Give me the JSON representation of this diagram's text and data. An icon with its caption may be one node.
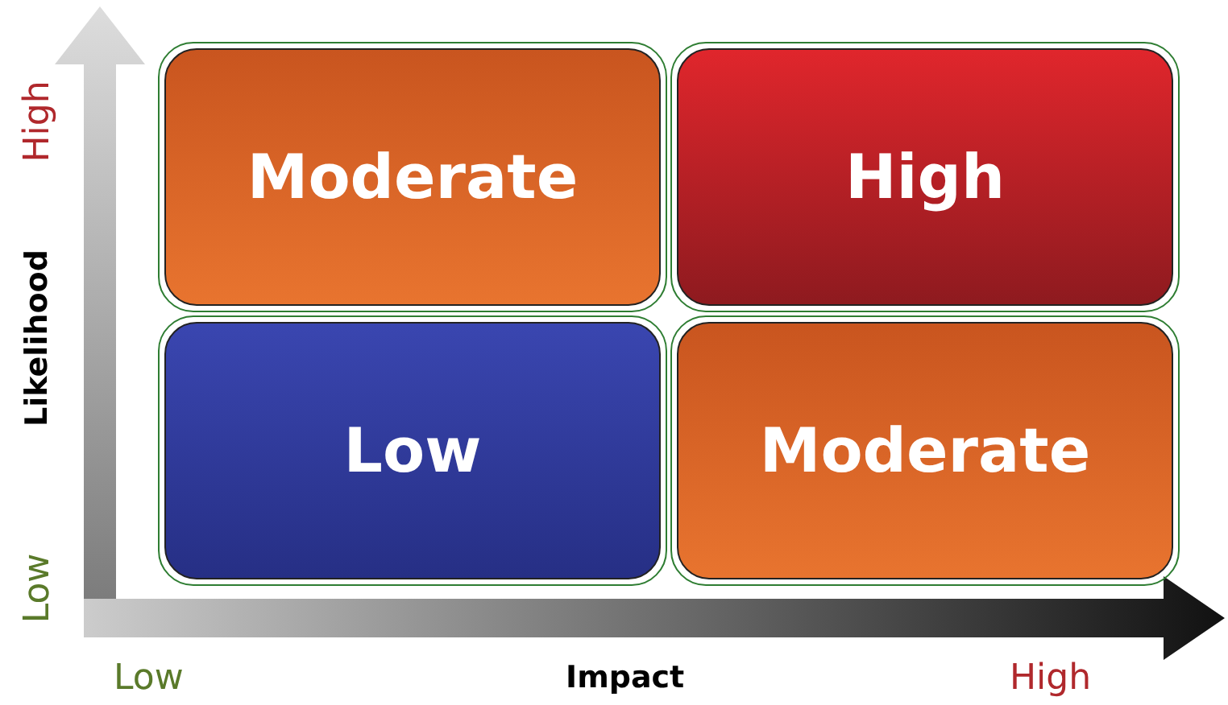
{
  "diagram": {
    "nodes": [
      {
        "text": [
          "Moderate"
        ]
      },
      {
        "text": [
          "High"
        ]
      },
      {
        "text": [
          "Low"
        ]
      },
      {
        "text": [
          "Moderate"
        ]
      }
    ],
    "labels": [
      "High",
      "Likelihood",
      "Low",
      "Low",
      "Impact",
      "High"
    ]
  }
}
